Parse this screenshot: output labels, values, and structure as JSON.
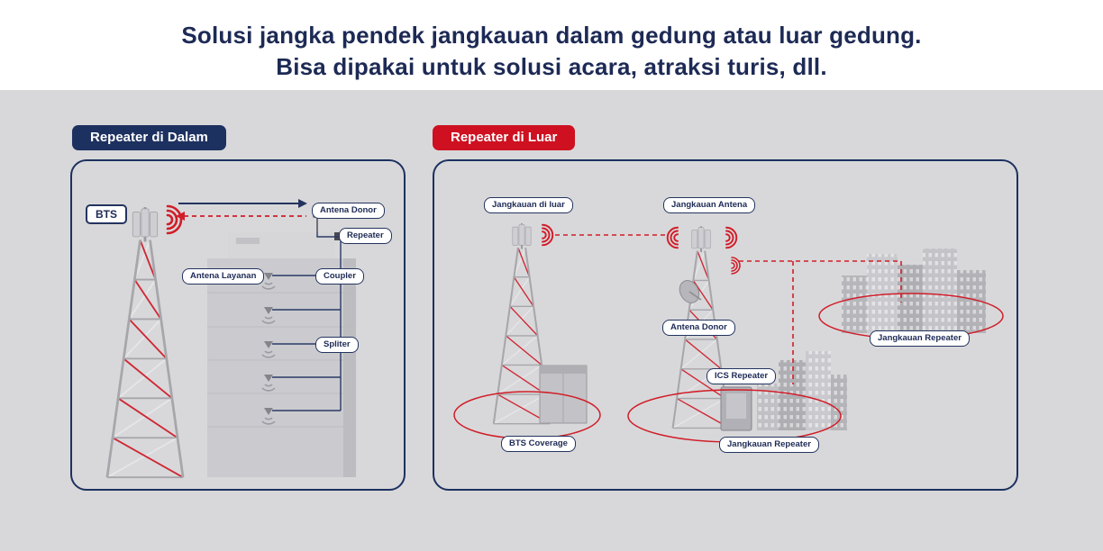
{
  "title": {
    "line1": "Solusi jangka pendek jangkauan dalam gedung atau luar gedung.",
    "line2": "Bisa dipakai untuk solusi acara, atraksi turis, dll."
  },
  "colors": {
    "navy": "#1d3160",
    "badge_red": "#ce1020",
    "signal_red": "#d11d28",
    "background_gray": "#d8d8da",
    "title_text": "#1d2a55",
    "building_gray": "#cbcbcf"
  },
  "indoor": {
    "badge": "Repeater di Dalam",
    "bts_label": "BTS",
    "labels": {
      "antena_donor": "Antena Donor",
      "repeater": "Repeater",
      "antena_layanan": "Antena Layanan",
      "coupler": "Coupler",
      "spliter": "Spliter"
    }
  },
  "outdoor": {
    "badge": "Repeater di Luar",
    "labels": {
      "jangkauan_di_luar": "Jangkauan di luar",
      "jangkauan_antena": "Jangkauan Antena",
      "antena_donor": "Antena Donor",
      "ics_repeater": "ICS Repeater",
      "jangkauan_repeater_kanan": "Jangkauan Repeater",
      "bts_coverage": "BTS Coverage",
      "jangkauan_repeater_bawah": "Jangkauan Repeater"
    }
  },
  "icons": {
    "cell_tower": "cell-tower-icon",
    "signal_waves": "signal-waves-icon",
    "building": "building-icon",
    "ceiling_antenna": "ceiling-antenna-icon",
    "satellite_dish": "satellite-dish-icon",
    "equipment_cabinet": "equipment-cabinet-icon",
    "donor_antenna": "donor-antenna-icon",
    "coverage_area": "coverage-ellipse"
  }
}
